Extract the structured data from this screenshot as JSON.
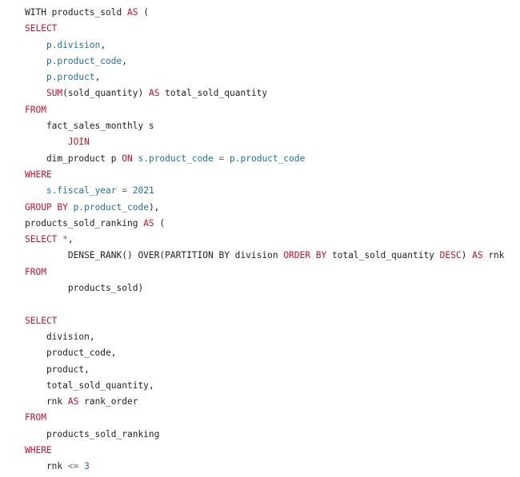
{
  "colors": {
    "keyword": "#c8102e",
    "identifier": "#1f6fa8",
    "number": "#1f6fa8",
    "operator": "#6a6a6a",
    "text": "#1f1f1f",
    "background": "#ffffff"
  },
  "code": {
    "lines": [
      [
        {
          "t": "WITH products_sold ",
          "k": "plain"
        },
        {
          "t": "AS",
          "k": "kw"
        },
        {
          "t": " (",
          "k": "plain"
        }
      ],
      [
        {
          "t": "SELECT",
          "k": "kw"
        }
      ],
      [
        {
          "t": "    ",
          "k": "plain"
        },
        {
          "t": "p.division",
          "k": "id"
        },
        {
          "t": ",",
          "k": "plain"
        }
      ],
      [
        {
          "t": "    ",
          "k": "plain"
        },
        {
          "t": "p.product_code",
          "k": "id"
        },
        {
          "t": ",",
          "k": "plain"
        }
      ],
      [
        {
          "t": "    ",
          "k": "plain"
        },
        {
          "t": "p.product",
          "k": "id"
        },
        {
          "t": ",",
          "k": "plain"
        }
      ],
      [
        {
          "t": "    ",
          "k": "plain"
        },
        {
          "t": "SUM",
          "k": "kw"
        },
        {
          "t": "(sold_quantity) ",
          "k": "plain"
        },
        {
          "t": "AS",
          "k": "kw"
        },
        {
          "t": " total_sold_quantity",
          "k": "plain"
        }
      ],
      [
        {
          "t": "FROM",
          "k": "kw"
        }
      ],
      [
        {
          "t": "    fact_sales_monthly s",
          "k": "plain"
        }
      ],
      [
        {
          "t": "        ",
          "k": "plain"
        },
        {
          "t": "JOIN",
          "k": "kw"
        }
      ],
      [
        {
          "t": "    dim_product p ",
          "k": "plain"
        },
        {
          "t": "ON",
          "k": "kw"
        },
        {
          "t": " ",
          "k": "plain"
        },
        {
          "t": "s.product_code",
          "k": "id"
        },
        {
          "t": " ",
          "k": "plain"
        },
        {
          "t": "=",
          "k": "op"
        },
        {
          "t": " ",
          "k": "plain"
        },
        {
          "t": "p.product_code",
          "k": "id"
        }
      ],
      [
        {
          "t": "WHERE",
          "k": "kw"
        }
      ],
      [
        {
          "t": "    ",
          "k": "plain"
        },
        {
          "t": "s.fiscal_year",
          "k": "id"
        },
        {
          "t": " ",
          "k": "plain"
        },
        {
          "t": "=",
          "k": "op"
        },
        {
          "t": " ",
          "k": "plain"
        },
        {
          "t": "2021",
          "k": "num"
        }
      ],
      [
        {
          "t": "GROUP BY",
          "k": "kw"
        },
        {
          "t": " ",
          "k": "plain"
        },
        {
          "t": "p.product_code",
          "k": "id"
        },
        {
          "t": "),",
          "k": "plain"
        }
      ],
      [
        {
          "t": "products_sold_ranking ",
          "k": "plain"
        },
        {
          "t": "AS",
          "k": "kw"
        },
        {
          "t": " (",
          "k": "plain"
        }
      ],
      [
        {
          "t": "SELECT",
          "k": "kw"
        },
        {
          "t": " ",
          "k": "plain"
        },
        {
          "t": "*",
          "k": "op"
        },
        {
          "t": ",",
          "k": "plain"
        }
      ],
      [
        {
          "t": "        DENSE_RANK() OVER(PARTITION BY division ",
          "k": "plain"
        },
        {
          "t": "ORDER BY",
          "k": "kw"
        },
        {
          "t": " total_sold_quantity ",
          "k": "plain"
        },
        {
          "t": "DESC",
          "k": "kw"
        },
        {
          "t": ") ",
          "k": "plain"
        },
        {
          "t": "AS",
          "k": "kw"
        },
        {
          "t": " rnk",
          "k": "plain"
        }
      ],
      [
        {
          "t": "FROM",
          "k": "kw"
        }
      ],
      [
        {
          "t": "        products_sold)",
          "k": "plain"
        }
      ],
      [],
      [
        {
          "t": "SELECT",
          "k": "kw"
        }
      ],
      [
        {
          "t": "    division,",
          "k": "plain"
        }
      ],
      [
        {
          "t": "    product_code,",
          "k": "plain"
        }
      ],
      [
        {
          "t": "    product,",
          "k": "plain"
        }
      ],
      [
        {
          "t": "    total_sold_quantity,",
          "k": "plain"
        }
      ],
      [
        {
          "t": "    rnk ",
          "k": "plain"
        },
        {
          "t": "AS",
          "k": "kw"
        },
        {
          "t": " rank_order",
          "k": "plain"
        }
      ],
      [
        {
          "t": "FROM",
          "k": "kw"
        }
      ],
      [
        {
          "t": "    products_sold_ranking",
          "k": "plain"
        }
      ],
      [
        {
          "t": "WHERE",
          "k": "kw"
        }
      ],
      [
        {
          "t": "    rnk ",
          "k": "plain"
        },
        {
          "t": "<=",
          "k": "op"
        },
        {
          "t": " ",
          "k": "plain"
        },
        {
          "t": "3",
          "k": "num"
        }
      ]
    ]
  }
}
